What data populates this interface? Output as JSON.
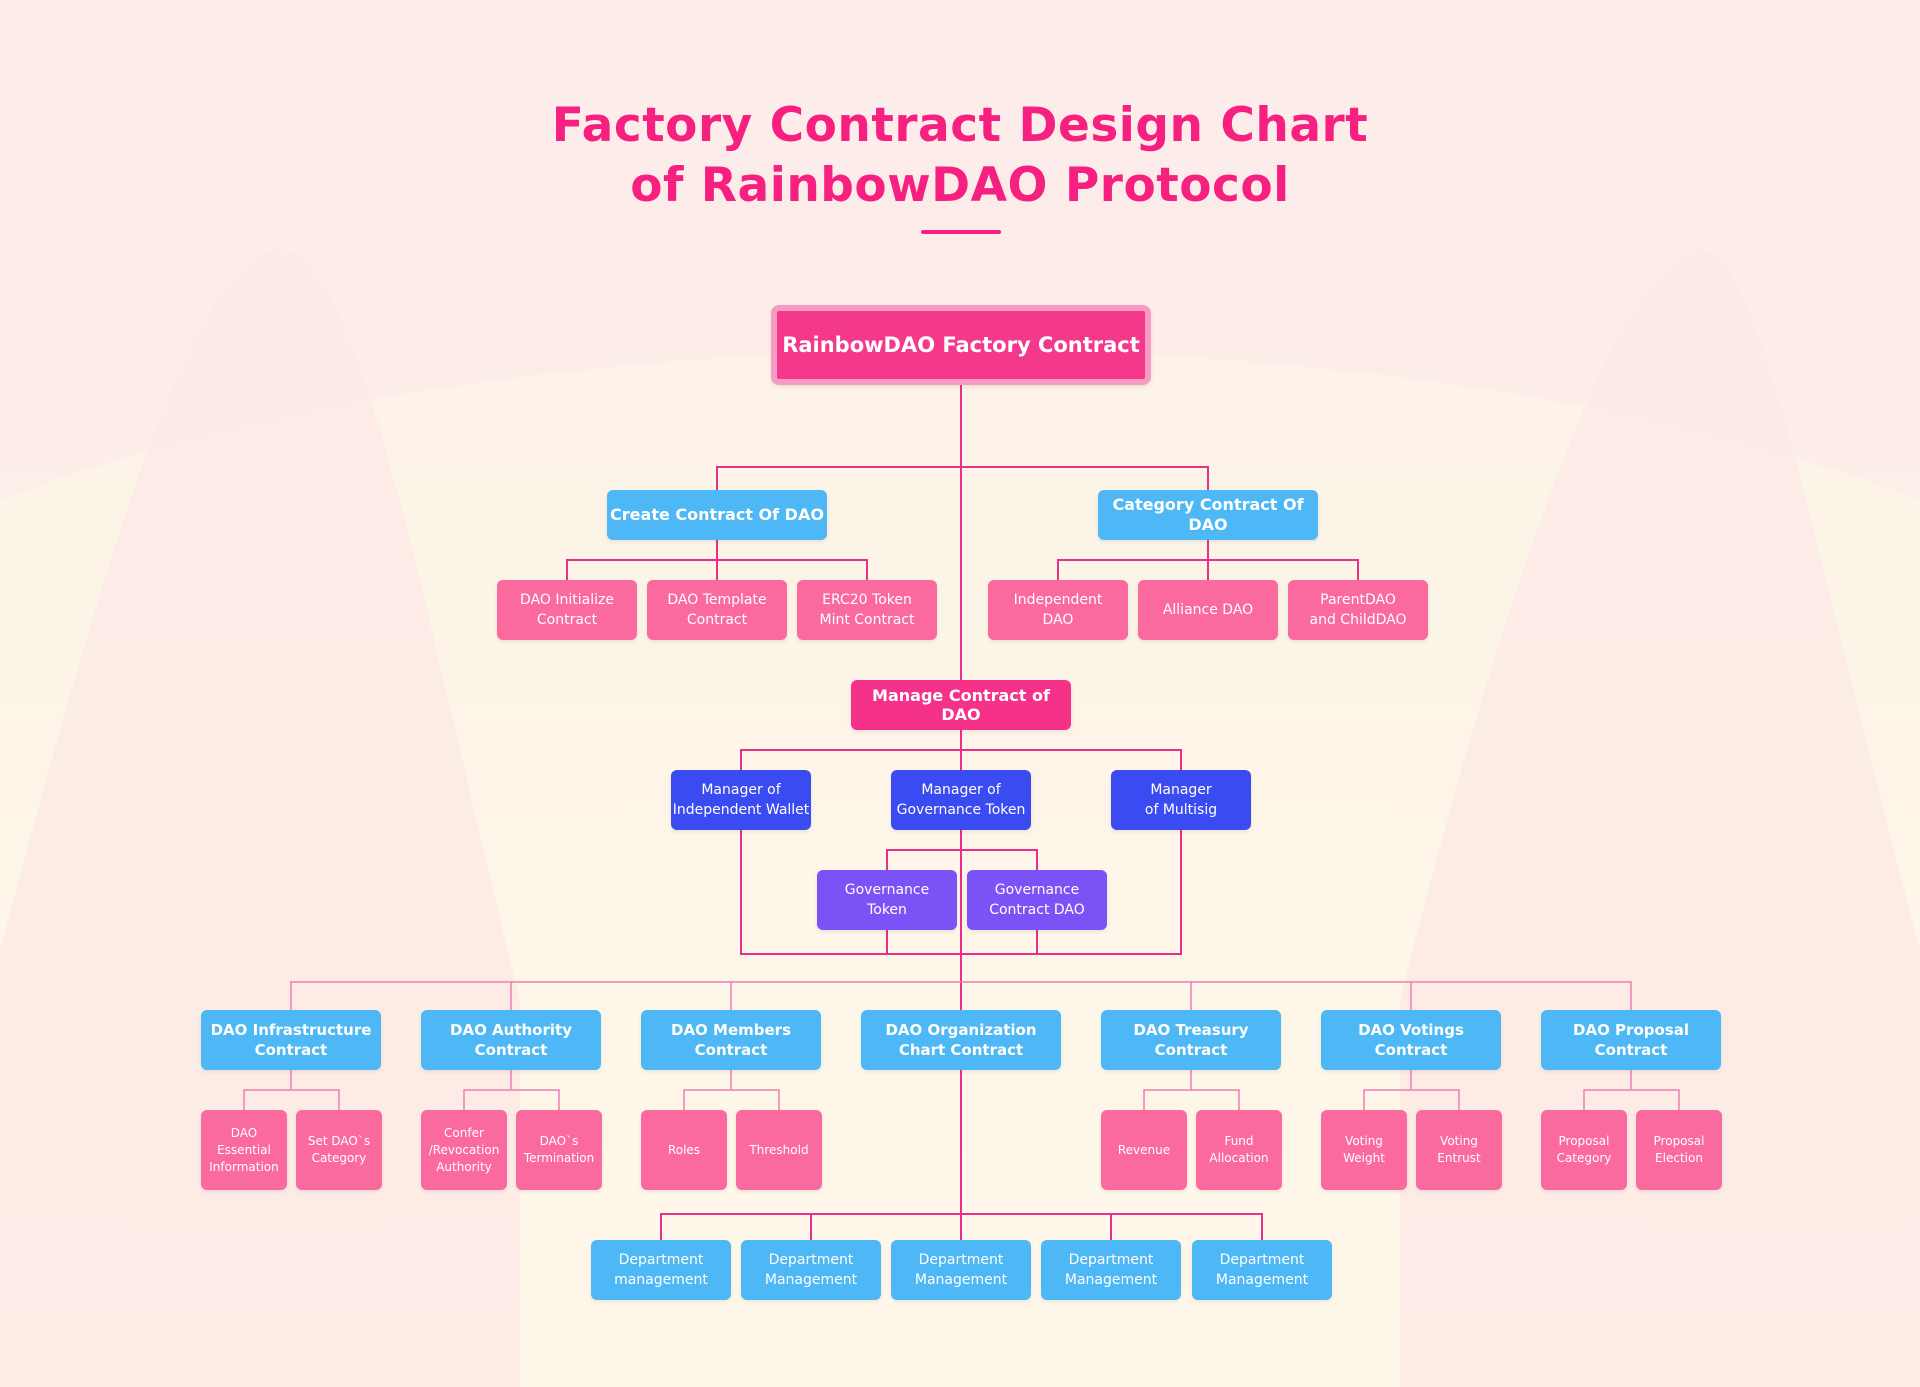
{
  "title": {
    "line1": "Factory Contract Design Chart",
    "line2": "of RainbowDAO Protocol"
  },
  "colors": {
    "accent": "#f5207f",
    "line": "#e8308a",
    "line_light": "#f07cb2",
    "blue": "#4db8f5",
    "pink": "#fa6a9e",
    "magenta": "#f5318a",
    "indigo": "#3b4bf2",
    "violet": "#7b52f5"
  },
  "nodes": {
    "root": "RainbowDAO Factory Contract",
    "create": "Create Contract Of DAO",
    "category": "Category Contract Of DAO",
    "dao_initialize": "DAO Initialize\nContract",
    "dao_template": "DAO Template\nContract",
    "erc20_mint": "ERC20 Token\nMint Contract",
    "independent_dao": "Independent\nDAO",
    "alliance_dao": "Alliance DAO",
    "parent_child_dao": "ParentDAO\nand ChildDAO",
    "manage": "Manage Contract of DAO",
    "mgr_wallet": "Manager of\nIndependent Wallet",
    "mgr_gov_token": "Manager of\nGovernance Token",
    "mgr_multisig": "Manager\nof Multisig",
    "gov_token": "Governance\nToken",
    "gov_contract_dao": "Governance\nContract DAO",
    "infrastructure": "DAO Infrastructure\nContract",
    "authority": "DAO Authority Contract",
    "members": "DAO Members Contract",
    "org_chart": "DAO Organization\nChart Contract",
    "treasury": "DAO Treasury Contract",
    "votings": "DAO Votings Contract",
    "proposal": "DAO Proposal Contract",
    "essential_info": "DAO\nEssential\nInformation",
    "set_category": "Set DAO`s\nCategory",
    "confer_revocation": "Confer\n/Revocation\nAuthority",
    "termination": "DAO`s\nTermination",
    "roles": "Roles",
    "threshold": "Threshold",
    "revenue": "Revenue",
    "fund_allocation": "Fund\nAllocation",
    "voting_weight": "Voting\nWeight",
    "voting_entrust": "Voting\nEntrust",
    "proposal_category": "Proposal\nCategory",
    "proposal_election": "Proposal\nElection",
    "dept_1": "Department\nmanagement",
    "dept_2": "Department\nManagement",
    "dept_3": "Department\nManagement",
    "dept_4": "Department\nManagement",
    "dept_5": "Department\nManagement"
  }
}
